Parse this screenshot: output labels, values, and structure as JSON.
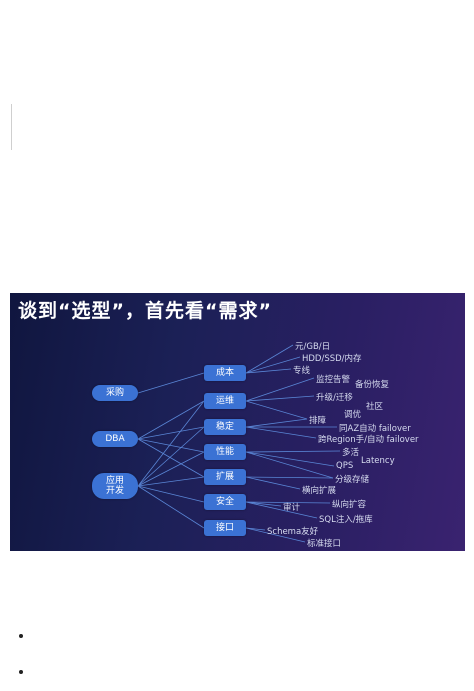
{
  "slide": {
    "title": "谈到“选型”，首先看“需求”",
    "sources": [
      {
        "id": "procure",
        "label": "采购"
      },
      {
        "id": "dba",
        "label": "DBA"
      },
      {
        "id": "app",
        "label": "应用\n开发"
      }
    ],
    "categories": [
      {
        "id": "cost",
        "label": "成本"
      },
      {
        "id": "ops",
        "label": "运维"
      },
      {
        "id": "stable",
        "label": "稳定"
      },
      {
        "id": "perf",
        "label": "性能"
      },
      {
        "id": "expand",
        "label": "扩展"
      },
      {
        "id": "security",
        "label": "安全"
      },
      {
        "id": "iface",
        "label": "接口"
      }
    ],
    "leaves": [
      {
        "label": "元/GB/日"
      },
      {
        "label": "HDD/SSD/内存"
      },
      {
        "label": "专线"
      },
      {
        "label": "监控告警"
      },
      {
        "label": "备份恢复"
      },
      {
        "label": "升级/迁移"
      },
      {
        "label": "社区"
      },
      {
        "label": "调优"
      },
      {
        "label": "排障"
      },
      {
        "label": "同AZ自动 failover"
      },
      {
        "label": "跨Region手/自动 failover"
      },
      {
        "label": "多活"
      },
      {
        "label": "Latency"
      },
      {
        "label": "QPS"
      },
      {
        "label": "分级存储"
      },
      {
        "label": "横向扩展"
      },
      {
        "label": "审计"
      },
      {
        "label": "纵向扩容"
      },
      {
        "label": "SQL注入/拖库"
      },
      {
        "label": "Schema友好"
      },
      {
        "label": "标准接口"
      }
    ],
    "colors": {
      "node": "#3b72d4",
      "line": "#5a86d6",
      "leaf_text": "#d6dbef"
    }
  }
}
